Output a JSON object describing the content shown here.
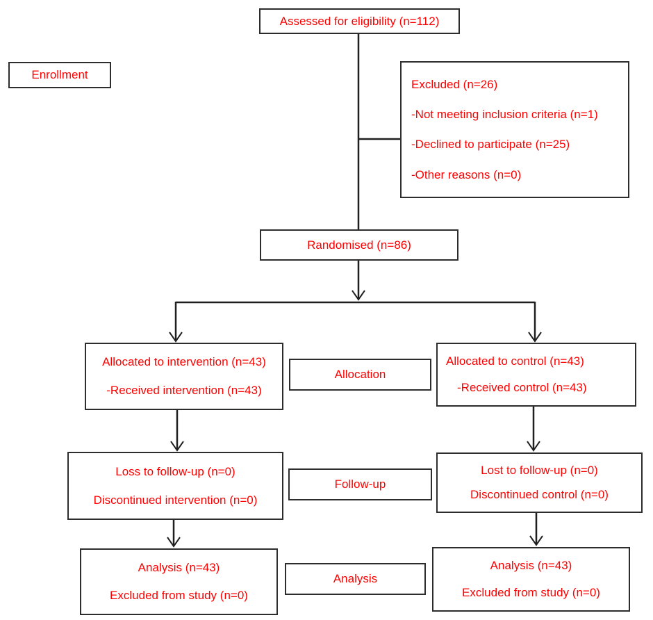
{
  "diagram": {
    "title_semantic": "CONSORT participant flow diagram",
    "colors": {
      "text": "#fe0000",
      "box_border": "#2d2d2d",
      "connector_line": "#1f1f1f",
      "background": "#ffffff"
    },
    "assessed": {
      "label": "Assessed for eligibility (n=112)"
    },
    "enrollment": {
      "label": "Enrollment"
    },
    "excluded": {
      "title": "Excluded (n=26)",
      "items": [
        "-Not meeting inclusion criteria (n=1)",
        "-Declined to participate (n=25)",
        "-Other reasons (n=0)"
      ]
    },
    "randomised": {
      "label": "Randomised (n=86)"
    },
    "allocation": {
      "stage_label": "Allocation",
      "intervention": {
        "line1": "Allocated to intervention (n=43)",
        "line2": "-Received intervention (n=43)"
      },
      "control": {
        "line1": "Allocated to control (n=43)",
        "line2": "-Received control (n=43)"
      }
    },
    "followup": {
      "stage_label": "Follow-up",
      "intervention": {
        "line1": "Loss to follow-up (n=0)",
        "line2": "Discontinued intervention (n=0)"
      },
      "control": {
        "line1": "Lost to follow-up (n=0)",
        "line2": "Discontinued control (n=0)"
      }
    },
    "analysis": {
      "stage_label": "Analysis",
      "intervention": {
        "line1": "Analysis (n=43)",
        "line2": "Excluded from study (n=0)"
      },
      "control": {
        "line1": "Analysis (n=43)",
        "line2": "Excluded from study (n=0)"
      }
    }
  }
}
